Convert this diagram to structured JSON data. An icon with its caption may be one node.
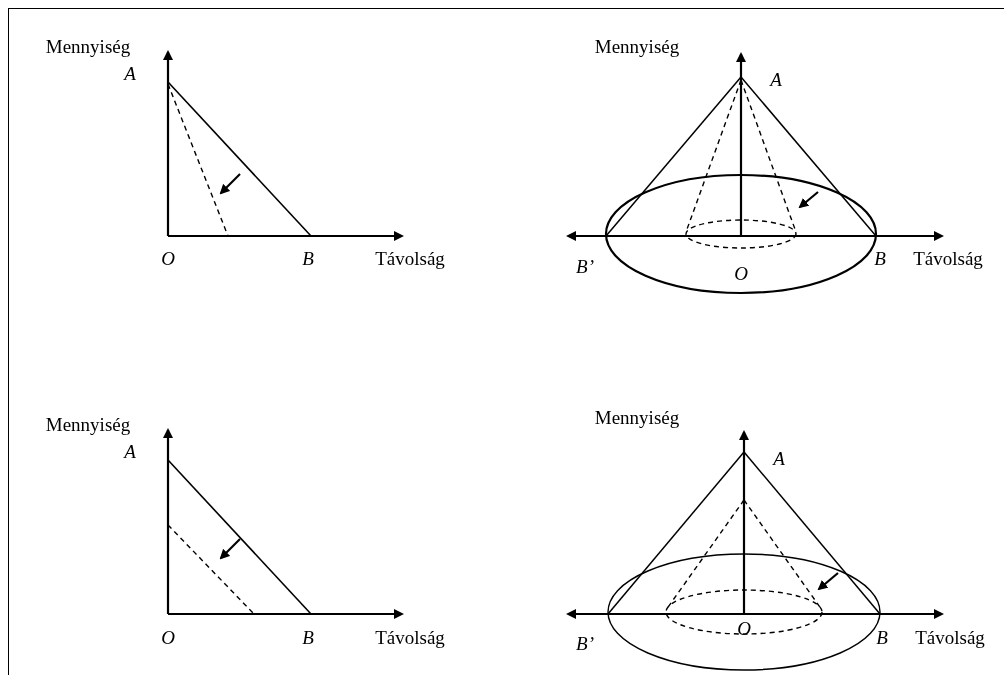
{
  "diagram": {
    "labels": [
      "Mennyiség",
      "A",
      "O",
      "B",
      "Távolság",
      "Mennyiség",
      "A",
      "B’",
      "O",
      "B",
      "Távolság",
      "Mennyiség",
      "A",
      "O",
      "B",
      "Távolság",
      "Mennyiség",
      "A",
      "B’",
      "O",
      "B",
      "Távolság"
    ]
  }
}
